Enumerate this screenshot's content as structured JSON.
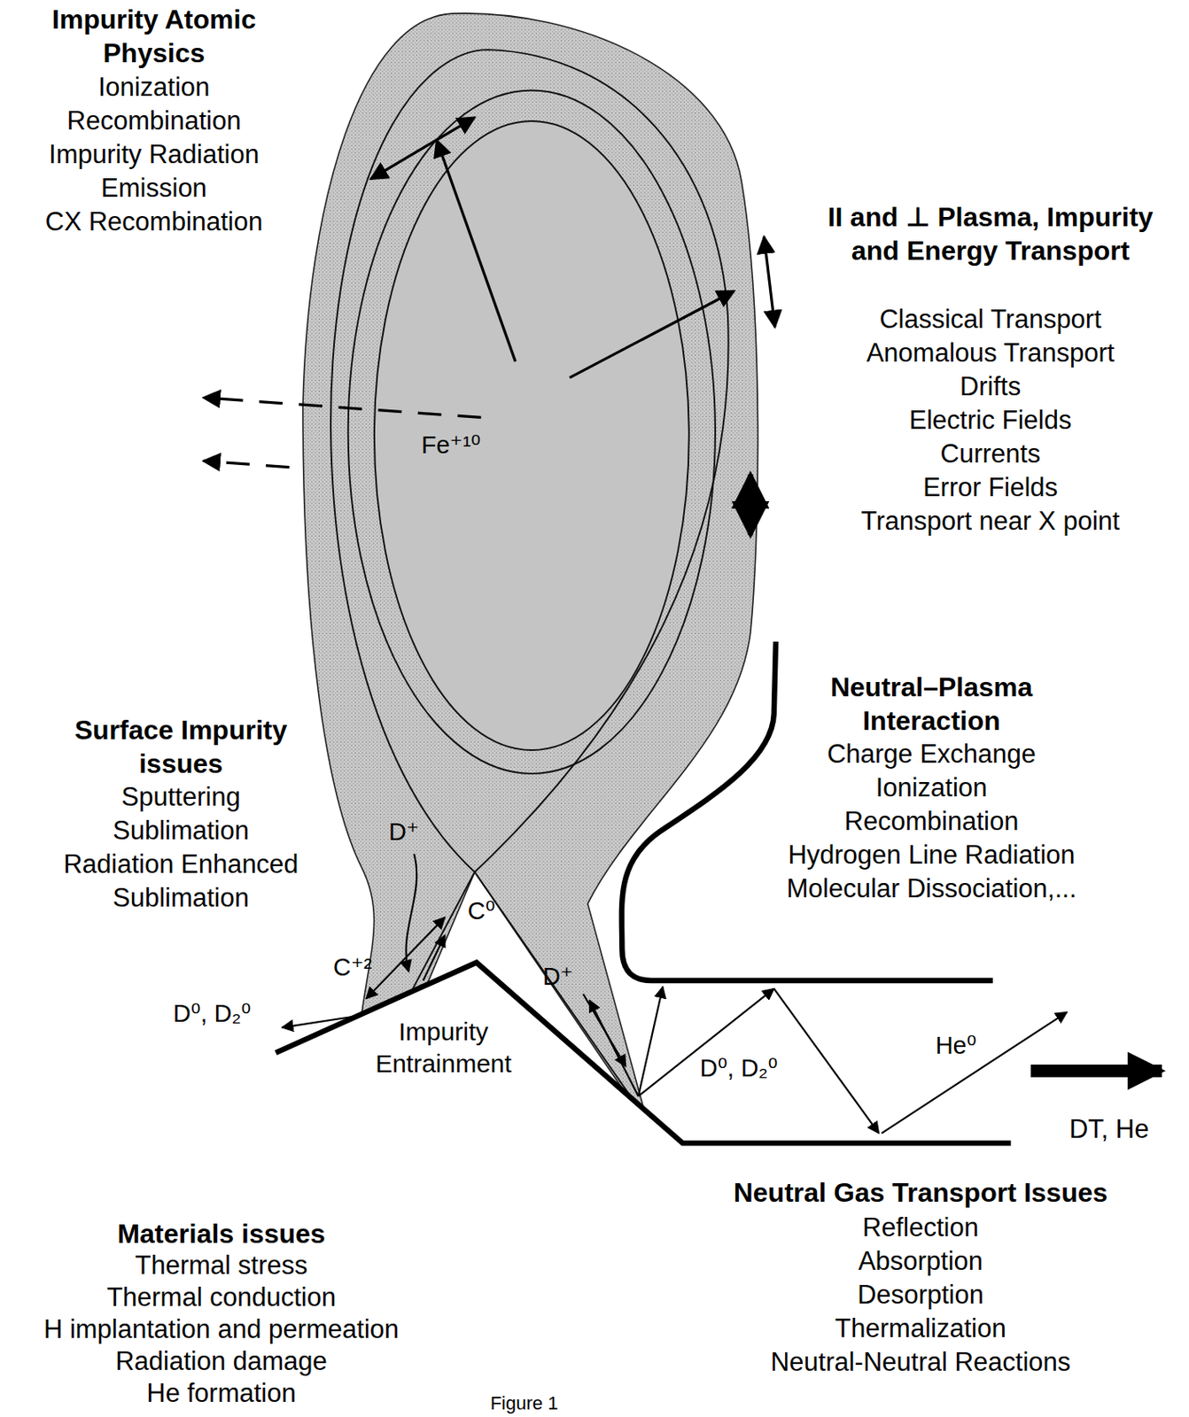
{
  "diagram": {
    "caption": "Figure 1",
    "labels": [
      "Impurity Atomic Physics",
      "Ionization",
      "Recombination",
      "Impurity Radiation",
      "Emission",
      "CX Recombination",
      "II and ⊥ Plasma, Impurity and Energy Transport",
      "Classical Transport",
      "Anomalous Transport",
      "Drifts",
      "Electric Fields",
      "Currents",
      "Error Fields",
      "Transport near X point",
      "Neutral–Plasma Interaction",
      "Charge Exchange",
      "Ionization",
      "Recombination",
      "Hydrogen Line Radiation",
      "Molecular Dissociation,...",
      "Surface Impurity issues",
      "Sputtering",
      "Sublimation",
      "Radiation Enhanced",
      "Sublimation",
      "Materials issues",
      "Thermal stress",
      "Thermal conduction",
      "H implantation and permeation",
      "Radiation damage",
      "He formation",
      "Neutral Gas Transport Issues",
      "Reflection",
      "Absorption",
      "Desorption",
      "Thermalization",
      "Neutral-Neutral Reactions",
      "Impurity Entrainment",
      "DT, He",
      "Fe⁺¹⁰",
      "D⁺",
      "C⁰",
      "C⁺²",
      "D⁺",
      "D⁰, D₂⁰",
      "D⁰, D₂⁰",
      "He⁰"
    ]
  }
}
